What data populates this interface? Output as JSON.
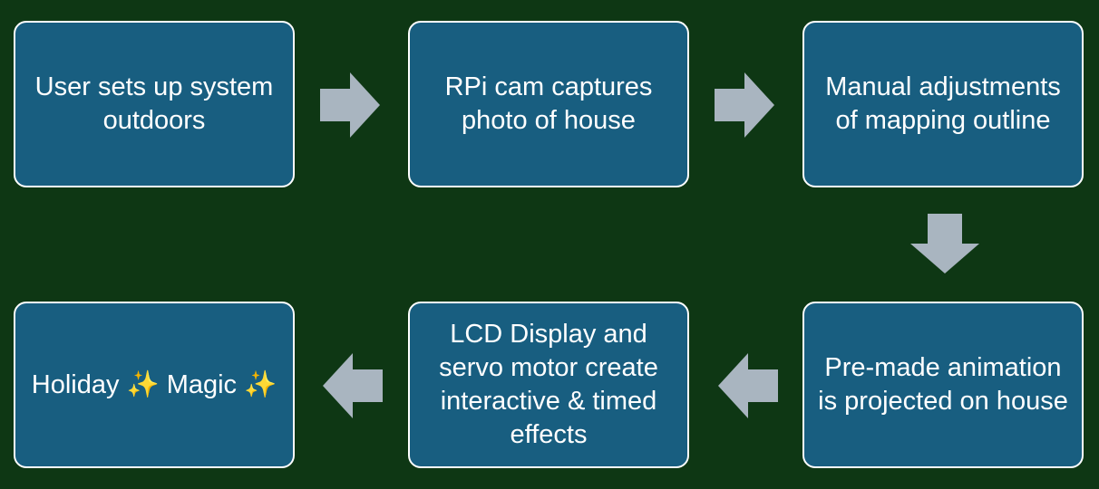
{
  "colors": {
    "background": "#0e3714",
    "box_fill": "#185e80",
    "box_border": "#ffffff",
    "arrow_fill": "#a9b5c0",
    "text": "#ffffff"
  },
  "steps": [
    {
      "label": "User sets up system outdoors"
    },
    {
      "label": "RPi cam captures photo of house"
    },
    {
      "label": "Manual adjustments of mapping outline"
    },
    {
      "label": "Pre-made animation is projected on house"
    },
    {
      "label": "LCD Display and servo motor create interactive & timed effects"
    },
    {
      "label": "Holiday ✨ Magic ✨"
    }
  ]
}
